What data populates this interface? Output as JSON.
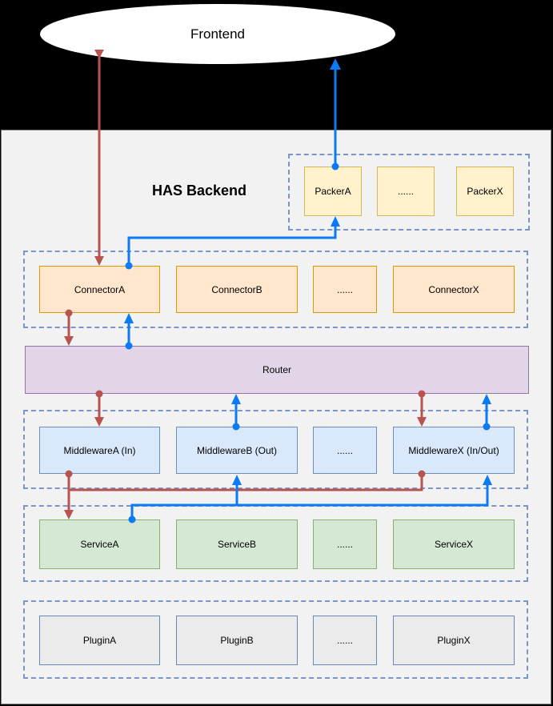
{
  "frontend": {
    "label": "Frontend"
  },
  "backend": {
    "title": "HAS Backend"
  },
  "router": {
    "label": "Router"
  },
  "packers": {
    "items": [
      {
        "label": "PackerA"
      },
      {
        "label": "......"
      },
      {
        "label": "PackerX"
      }
    ]
  },
  "connectors": {
    "items": [
      {
        "label": "ConnectorA"
      },
      {
        "label": "ConnectorB"
      },
      {
        "label": "......"
      },
      {
        "label": "ConnectorX"
      }
    ]
  },
  "middlewares": {
    "items": [
      {
        "label": "MiddlewareA (In)"
      },
      {
        "label": "MiddlewareB (Out)"
      },
      {
        "label": "......"
      },
      {
        "label": "MiddlewareX (In/Out)"
      }
    ]
  },
  "services": {
    "items": [
      {
        "label": "ServiceA"
      },
      {
        "label": "ServiceB"
      },
      {
        "label": "......"
      },
      {
        "label": "ServiceX"
      }
    ]
  },
  "plugins": {
    "items": [
      {
        "label": "PluginA"
      },
      {
        "label": "PluginB"
      },
      {
        "label": "......"
      },
      {
        "label": "PluginX"
      }
    ]
  },
  "colors": {
    "canvas_bg": "#000000",
    "panel_bg": "#F2F2F3",
    "panel_border": "#7F7F7F",
    "group_dash": "#7B95C6",
    "arrow_down_red": "#B85450",
    "arrow_up_blue": "#0B7AF5",
    "packer_fill": "#FFF2CC",
    "packer_border": "#D6B656",
    "connector_fill": "#FFE6CC",
    "connector_border": "#D79B00",
    "router_fill": "#E1D5E7",
    "router_border": "#9673A6",
    "middleware_fill": "#DAE8FC",
    "middleware_border": "#6C8EBF",
    "service_fill": "#D5E8D4",
    "service_border": "#82B366",
    "plugin_fill": "#EBEBEB",
    "plugin_border": "#6688B8"
  }
}
